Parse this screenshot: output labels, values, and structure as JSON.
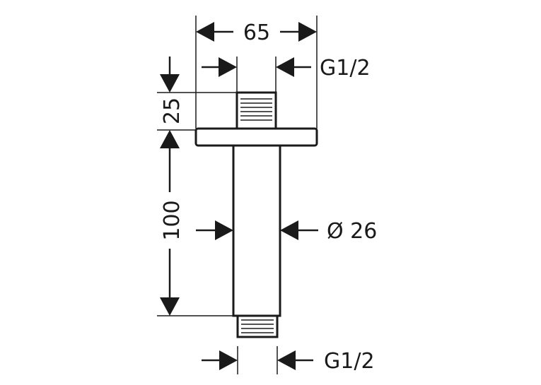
{
  "diagram": {
    "dimensions": {
      "flange_width": "65",
      "top_thread": "G1/2",
      "top_thread_length": "25",
      "pipe_length": "100",
      "pipe_diameter": "Ø 26",
      "bottom_thread": "G1/2"
    }
  }
}
